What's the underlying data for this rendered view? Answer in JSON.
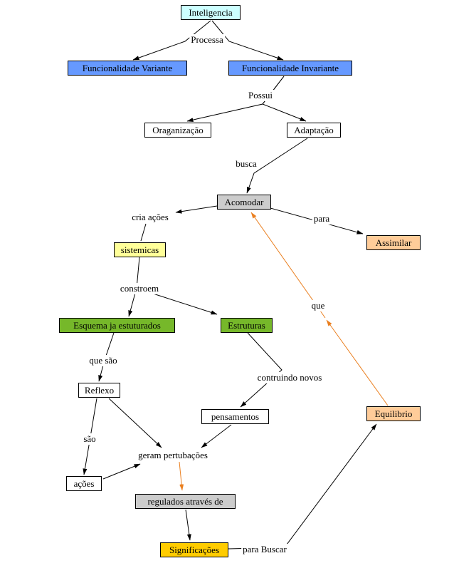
{
  "diagram": {
    "type": "concept-map",
    "colors": {
      "background": "#ffffff",
      "cyan": "#ccffff",
      "blue": "#6699ff",
      "white": "#ffffff",
      "gray": "#cccccc",
      "peach": "#ffcc99",
      "yellow": "#ffff99",
      "green": "#76b82a",
      "gold": "#ffcc00",
      "edge_black": "#000000",
      "edge_orange": "#ea7f1f"
    },
    "nodes": [
      {
        "id": "inteligencia",
        "label": "Inteligencia",
        "color": "cyan"
      },
      {
        "id": "func_variante",
        "label": "Funcionalidade Variante",
        "color": "blue"
      },
      {
        "id": "func_invariante",
        "label": "Funcionalidade Invariante",
        "color": "blue"
      },
      {
        "id": "organizacao",
        "label": "Oraganização",
        "color": "white"
      },
      {
        "id": "adaptacao",
        "label": "Adaptação",
        "color": "white"
      },
      {
        "id": "acomodar",
        "label": "Acomodar",
        "color": "gray"
      },
      {
        "id": "assimilar",
        "label": "Assimilar",
        "color": "peach"
      },
      {
        "id": "sistemicas",
        "label": "sistemicas",
        "color": "yellow"
      },
      {
        "id": "esquema",
        "label": "Esquema ja estuturados",
        "color": "green"
      },
      {
        "id": "estruturas",
        "label": "Estruturas",
        "color": "green"
      },
      {
        "id": "reflexo",
        "label": "Reflexo",
        "color": "white"
      },
      {
        "id": "pensamentos",
        "label": "pensamentos",
        "color": "white"
      },
      {
        "id": "equilibrio",
        "label": "Equilibrio",
        "color": "peach"
      },
      {
        "id": "acoes",
        "label": "ações",
        "color": "white"
      },
      {
        "id": "regulados",
        "label": "regulados através de",
        "color": "gray"
      },
      {
        "id": "significacoes",
        "label": "Significações",
        "color": "gold"
      }
    ],
    "labels": [
      {
        "id": "processa",
        "text": "Processa"
      },
      {
        "id": "possui",
        "text": "Possui"
      },
      {
        "id": "busca",
        "text": "busca"
      },
      {
        "id": "cria_acoes",
        "text": "cria ações"
      },
      {
        "id": "para",
        "text": "para"
      },
      {
        "id": "constroem",
        "text": "constroem"
      },
      {
        "id": "que",
        "text": "que"
      },
      {
        "id": "que_sao",
        "text": "que são"
      },
      {
        "id": "contruindo",
        "text": "contruindo novos"
      },
      {
        "id": "sao",
        "text": "são"
      },
      {
        "id": "geram",
        "text": "geram pertubações"
      },
      {
        "id": "para_buscar",
        "text": "para Buscar"
      }
    ],
    "edges": [
      {
        "from": "Inteligencia",
        "to": "Funcionalidade Variante",
        "phrase": "Processa",
        "color": "black"
      },
      {
        "from": "Inteligencia",
        "to": "Funcionalidade Invariante",
        "phrase": "Processa",
        "color": "black"
      },
      {
        "from": "Funcionalidade Invariante",
        "to": "Oraganização",
        "phrase": "Possui",
        "color": "black"
      },
      {
        "from": "Funcionalidade Invariante",
        "to": "Adaptação",
        "phrase": "Possui",
        "color": "black"
      },
      {
        "from": "Adaptação",
        "to": "Acomodar",
        "phrase": "busca",
        "color": "black"
      },
      {
        "from": "Acomodar",
        "to": "sistemicas",
        "phrase": "cria ações",
        "color": "black"
      },
      {
        "from": "Acomodar",
        "to": "Assimilar",
        "phrase": "para",
        "color": "black"
      },
      {
        "from": "sistemicas",
        "to": "Esquema ja estuturados",
        "phrase": "constroem",
        "color": "black"
      },
      {
        "from": "sistemicas",
        "to": "Estruturas",
        "phrase": "constroem",
        "color": "black"
      },
      {
        "from": "Esquema ja estuturados",
        "to": "Reflexo",
        "phrase": "que são",
        "color": "black"
      },
      {
        "from": "Estruturas",
        "to": "pensamentos",
        "phrase": "contruindo novos",
        "color": "black"
      },
      {
        "from": "Reflexo",
        "to": "ações",
        "phrase": "são",
        "color": "black"
      },
      {
        "from": "Reflexo",
        "to": "geram pertubações",
        "phrase": "",
        "color": "black"
      },
      {
        "from": "pensamentos",
        "to": "geram pertubações",
        "phrase": "",
        "color": "black"
      },
      {
        "from": "ações",
        "to": "geram pertubações",
        "phrase": "",
        "color": "black"
      },
      {
        "from": "geram pertubações",
        "to": "regulados através de",
        "phrase": "",
        "color": "orange"
      },
      {
        "from": "regulados através de",
        "to": "Significações",
        "phrase": "",
        "color": "black"
      },
      {
        "from": "Significações",
        "to": "Equilibrio",
        "phrase": "para Buscar",
        "color": "black"
      },
      {
        "from": "Equilibrio",
        "to": "Acomodar",
        "phrase": "que",
        "color": "orange"
      }
    ]
  }
}
